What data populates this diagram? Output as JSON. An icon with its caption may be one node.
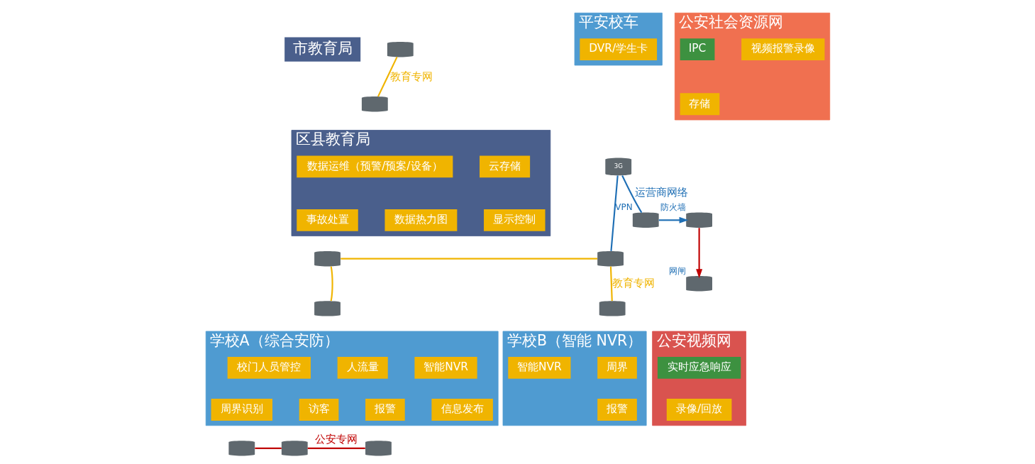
{
  "diagram": {
    "nodes": [
      {
        "text": [
          "市教育局"
        ]
      },
      {
        "text": [
          "区县教育局"
        ]
      },
      {
        "text": [
          "数据运维（预警/预案/设备）"
        ],
        "in": 1
      },
      {
        "text": [
          "云存储"
        ],
        "in": 1
      },
      {
        "text": [
          "事故处置"
        ],
        "in": 1
      },
      {
        "text": [
          "数据热力图"
        ],
        "in": 1
      },
      {
        "text": [
          "显示控制"
        ],
        "in": 1
      },
      {
        "text": [
          "平安校车"
        ]
      },
      {
        "text": [
          "DVR/学生卡"
        ],
        "in": 7
      },
      {
        "text": [
          "公安社会资源网"
        ]
      },
      {
        "text": [
          "视频报警录像"
        ],
        "in": 9
      },
      {
        "text": [
          "IPC"
        ],
        "in": 9
      },
      {
        "text": [
          "存储"
        ],
        "in": 9
      },
      {
        "text": [
          "学校A（综合安防）"
        ]
      },
      {
        "text": [
          "校门人员管控"
        ],
        "in": 13
      },
      {
        "text": [
          "人流量"
        ],
        "in": 13
      },
      {
        "text": [
          "智能NVR"
        ],
        "in": 13
      },
      {
        "text": [
          "周界识别"
        ],
        "in": 13
      },
      {
        "text": [
          "访客"
        ],
        "in": 13
      },
      {
        "text": [
          "报警"
        ],
        "in": 13
      },
      {
        "text": [
          "信息发布"
        ],
        "in": 13
      },
      {
        "text": [
          "学校B（智能 NVR）"
        ]
      },
      {
        "text": [
          "周界"
        ],
        "in": 21
      },
      {
        "text": [
          "报警"
        ],
        "in": 21
      },
      {
        "text": [
          "智能NVR"
        ],
        "in": 21
      },
      {
        "text": [
          "公安视频网"
        ]
      },
      {
        "text": [
          "实时应急响应"
        ],
        "in": 25
      },
      {
        "text": [
          "录像/回放"
        ],
        "in": 25
      },
      {
        "text": [],
        "shape": "cylinder"
      },
      {
        "text": [],
        "shape": "cylinder"
      },
      {
        "text": [
          "3G"
        ]
      },
      {
        "text": [],
        "shape": "cylinder"
      },
      {
        "text": [],
        "shape": "cylinder"
      },
      {
        "text": [],
        "shape": "cylinder"
      },
      {
        "text": [],
        "shape": "cylinder"
      },
      {
        "text": [],
        "shape": "cylinder",
        "beside": [
          "VPN"
        ]
      },
      {
        "text": [],
        "shape": "cylinder",
        "beside": [
          "防火墙"
        ]
      },
      {
        "text": [],
        "shape": "cylinder",
        "beside": [
          "网闸"
        ]
      },
      {
        "text": [],
        "shape": "cylinder"
      },
      {
        "text": [],
        "shape": "cylinder"
      },
      {
        "text": [],
        "shape": "cylinder"
      }
    ],
    "edges": [
      {
        "from": 28,
        "to": 29,
        "arrow": "none",
        "label": "教育专网"
      },
      {
        "from": 30,
        "to": 32,
        "arrow": "none",
        "color": "#1f6fb5"
      },
      {
        "from": 30,
        "to": 35,
        "arrow": "none",
        "label": "运营商网络",
        "color": "#1f6fb5"
      },
      {
        "from": 35,
        "to": 36,
        "arrow": "to",
        "color": "#1f6fb5"
      },
      {
        "from": 36,
        "to": 37,
        "arrow": "to",
        "color": "#c00000"
      },
      {
        "from": 31,
        "to": 32,
        "arrow": "none"
      },
      {
        "from": 32,
        "to": 34,
        "arrow": "none",
        "label": "教育专网"
      },
      {
        "from": 31,
        "to": 33,
        "arrow": "none"
      },
      {
        "from": 38,
        "to": 39,
        "arrow": "none",
        "color": "#c00000"
      },
      {
        "from": 39,
        "to": 40,
        "arrow": "none",
        "label": "公安专网",
        "color": "#c00000"
      }
    ]
  }
}
